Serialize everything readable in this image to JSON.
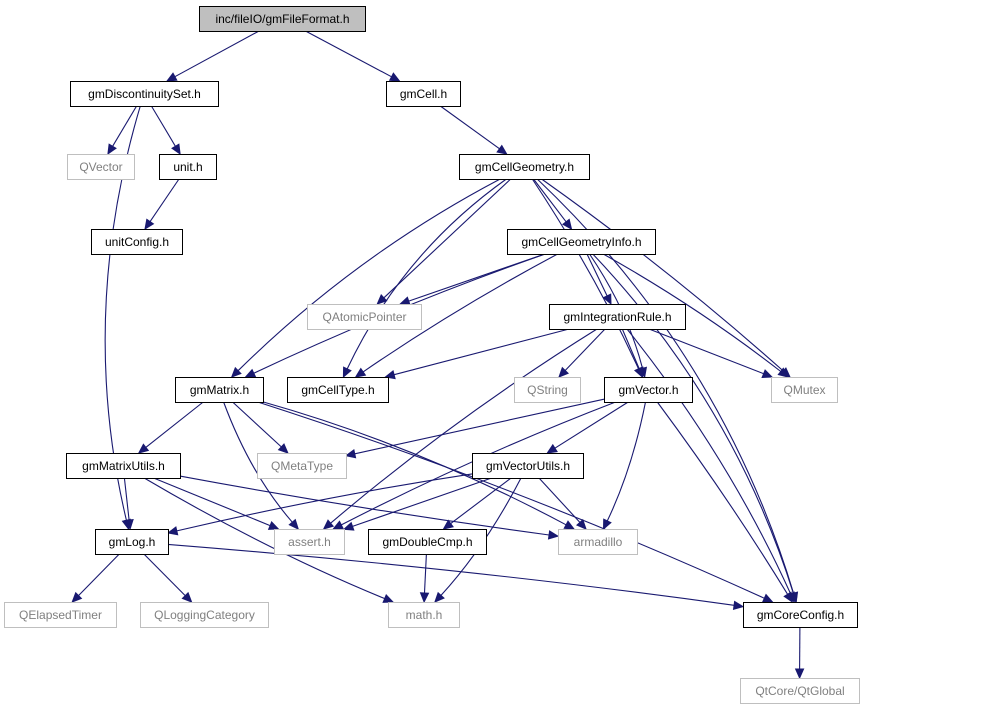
{
  "title": "",
  "colors": {
    "edge": "#191970",
    "root_fill": "#bfbfbf",
    "node_border": "#000000",
    "external_border": "#bfbfbf",
    "external_text": "#808080",
    "text": "#000000"
  },
  "nodes": {
    "root": {
      "label": "inc/fileIO/gmFileFormat.h",
      "kind": "root"
    },
    "discset": {
      "label": "gmDiscontinuitySet.h",
      "kind": "file"
    },
    "cell": {
      "label": "gmCell.h",
      "kind": "file"
    },
    "qvector": {
      "label": "QVector",
      "kind": "external"
    },
    "unit": {
      "label": "unit.h",
      "kind": "file"
    },
    "unitconfig": {
      "label": "unitConfig.h",
      "kind": "file"
    },
    "cellgeom": {
      "label": "gmCellGeometry.h",
      "kind": "file"
    },
    "cellgeominfo": {
      "label": "gmCellGeometryInfo.h",
      "kind": "file"
    },
    "qatomic": {
      "label": "QAtomicPointer",
      "kind": "external"
    },
    "intrule": {
      "label": "gmIntegrationRule.h",
      "kind": "file"
    },
    "matrix": {
      "label": "gmMatrix.h",
      "kind": "file"
    },
    "celltype": {
      "label": "gmCellType.h",
      "kind": "file"
    },
    "qstring": {
      "label": "QString",
      "kind": "external"
    },
    "vector": {
      "label": "gmVector.h",
      "kind": "file"
    },
    "qmutex": {
      "label": "QMutex",
      "kind": "external"
    },
    "matrixutils": {
      "label": "gmMatrixUtils.h",
      "kind": "file"
    },
    "qmetatype": {
      "label": "QMetaType",
      "kind": "external"
    },
    "vectorutils": {
      "label": "gmVectorUtils.h",
      "kind": "file"
    },
    "log": {
      "label": "gmLog.h",
      "kind": "file"
    },
    "assert": {
      "label": "assert.h",
      "kind": "external"
    },
    "doublecmp": {
      "label": "gmDoubleCmp.h",
      "kind": "file"
    },
    "armadillo": {
      "label": "armadillo",
      "kind": "external"
    },
    "qelapsed": {
      "label": "QElapsedTimer",
      "kind": "external"
    },
    "qlogging": {
      "label": "QLoggingCategory",
      "kind": "external"
    },
    "math": {
      "label": "math.h",
      "kind": "external"
    },
    "coreconfig": {
      "label": "gmCoreConfig.h",
      "kind": "file"
    },
    "qtglobal": {
      "label": "QtCore/QtGlobal",
      "kind": "external"
    }
  },
  "edges": [
    [
      "root",
      "discset"
    ],
    [
      "root",
      "cell"
    ],
    [
      "discset",
      "qvector"
    ],
    [
      "discset",
      "unit"
    ],
    [
      "discset",
      "log"
    ],
    [
      "unit",
      "unitconfig"
    ],
    [
      "cell",
      "cellgeom"
    ],
    [
      "cellgeom",
      "cellgeominfo"
    ],
    [
      "cellgeom",
      "qatomic"
    ],
    [
      "cellgeom",
      "matrix"
    ],
    [
      "cellgeom",
      "celltype"
    ],
    [
      "cellgeom",
      "vector"
    ],
    [
      "cellgeom",
      "qmutex"
    ],
    [
      "cellgeom",
      "coreconfig"
    ],
    [
      "cellgeominfo",
      "qatomic"
    ],
    [
      "cellgeominfo",
      "intrule"
    ],
    [
      "cellgeominfo",
      "matrix"
    ],
    [
      "cellgeominfo",
      "celltype"
    ],
    [
      "cellgeominfo",
      "vector"
    ],
    [
      "cellgeominfo",
      "qmutex"
    ],
    [
      "cellgeominfo",
      "coreconfig"
    ],
    [
      "intrule",
      "qstring"
    ],
    [
      "intrule",
      "vector"
    ],
    [
      "intrule",
      "qmutex"
    ],
    [
      "intrule",
      "celltype"
    ],
    [
      "intrule",
      "assert"
    ],
    [
      "intrule",
      "coreconfig"
    ],
    [
      "matrix",
      "matrixutils"
    ],
    [
      "matrix",
      "qmetatype"
    ],
    [
      "matrix",
      "assert"
    ],
    [
      "matrix",
      "armadillo"
    ],
    [
      "matrix",
      "coreconfig"
    ],
    [
      "vector",
      "qmetatype"
    ],
    [
      "vector",
      "vectorutils"
    ],
    [
      "vector",
      "assert"
    ],
    [
      "vector",
      "armadillo"
    ],
    [
      "vector",
      "coreconfig"
    ],
    [
      "matrixutils",
      "log"
    ],
    [
      "matrixutils",
      "assert"
    ],
    [
      "matrixutils",
      "armadillo"
    ],
    [
      "matrixutils",
      "math"
    ],
    [
      "vectorutils",
      "log"
    ],
    [
      "vectorutils",
      "assert"
    ],
    [
      "vectorutils",
      "doublecmp"
    ],
    [
      "vectorutils",
      "armadillo"
    ],
    [
      "vectorutils",
      "math"
    ],
    [
      "log",
      "qelapsed"
    ],
    [
      "log",
      "qlogging"
    ],
    [
      "log",
      "coreconfig"
    ],
    [
      "doublecmp",
      "math"
    ],
    [
      "coreconfig",
      "qtglobal"
    ]
  ]
}
